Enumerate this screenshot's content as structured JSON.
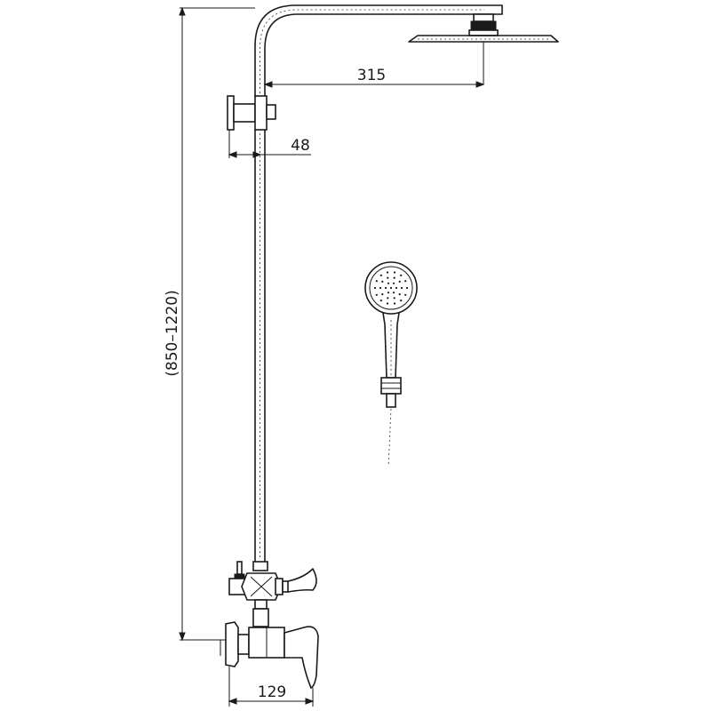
{
  "dimensions": {
    "overhead_arm_reach": "315",
    "bracket_offset": "48",
    "height_range": "(850–1220)",
    "mixer_width": "129"
  },
  "colors": {
    "line": "#1a1a1a",
    "background": "#ffffff"
  }
}
